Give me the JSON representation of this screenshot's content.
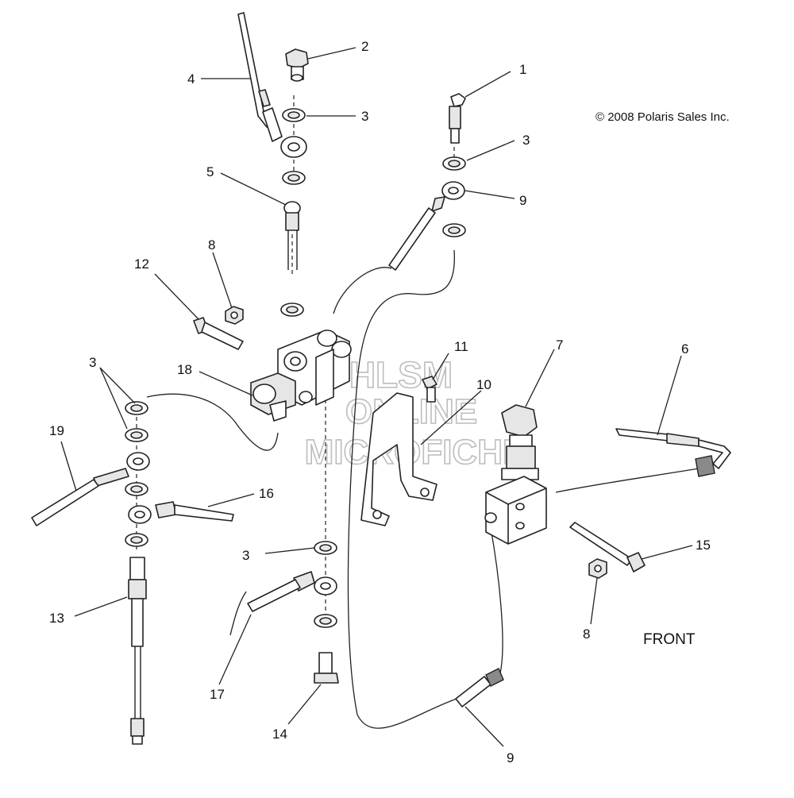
{
  "copyright": "© 2008 Polaris Sales Inc.",
  "front_label": "FRONT",
  "watermark": {
    "line1": "HLSM",
    "line2": "ONLINE",
    "line3": "MICROFICHE"
  },
  "callouts": {
    "c1": "1",
    "c2": "2",
    "c3a": "3",
    "c3b": "3",
    "c3c": "3",
    "c3d": "3",
    "c4": "4",
    "c5": "5",
    "c6": "6",
    "c7": "7",
    "c8a": "8",
    "c8b": "8",
    "c9a": "9",
    "c9b": "9",
    "c10": "10",
    "c11": "11",
    "c12": "12",
    "c13": "13",
    "c14": "14",
    "c15": "15",
    "c16": "16",
    "c17": "17",
    "c18": "18",
    "c19": "19"
  }
}
